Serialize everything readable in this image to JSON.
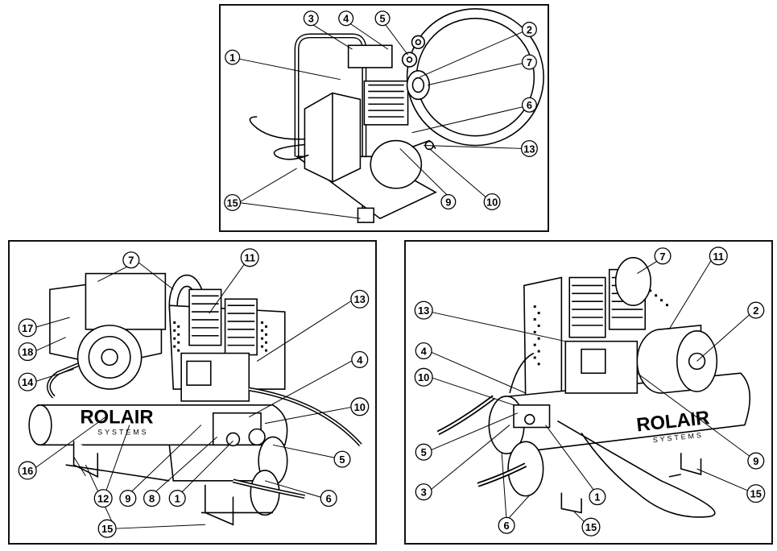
{
  "brand": {
    "name": "ROLAIR",
    "subtitle": "SYSTEMS"
  },
  "panels": [
    {
      "id": "top",
      "callouts": [
        "1",
        "3",
        "4",
        "5",
        "2",
        "7",
        "6",
        "13",
        "9",
        "10",
        "15"
      ]
    },
    {
      "id": "bottom-left",
      "callouts": [
        "7",
        "11",
        "13",
        "17",
        "18",
        "4",
        "14",
        "10",
        "16",
        "5",
        "6",
        "12",
        "9",
        "8",
        "1",
        "15"
      ]
    },
    {
      "id": "bottom-right",
      "callouts": [
        "7",
        "11",
        "13",
        "2",
        "4",
        "10",
        "5",
        "3",
        "9",
        "1",
        "6",
        "15",
        "15"
      ]
    }
  ]
}
